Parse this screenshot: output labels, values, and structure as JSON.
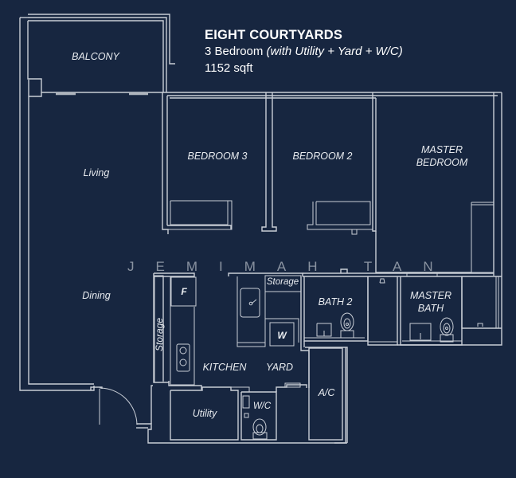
{
  "header": {
    "title": "EIGHT COURTYARDS",
    "unit_type": "3 Bedroom",
    "unit_extras": "(with Utility + Yard + W/C)",
    "area": "1152 sqft"
  },
  "watermark": "JEMIMAH TAN",
  "rooms": {
    "balcony": "BALCONY",
    "living": "Living",
    "dining": "Dining",
    "bedroom3": "BEDROOM 3",
    "bedroom2": "BEDROOM 2",
    "master_bedroom_line1": "MASTER",
    "master_bedroom_line2": "BEDROOM",
    "storage_top": "Storage",
    "storage_side": "Storage",
    "fridge": "F",
    "washer": "W",
    "kitchen": "KITCHEN",
    "yard": "YARD",
    "bath2": "BATH 2",
    "master_bath_line1": "MASTER",
    "master_bath_line2": "BATH",
    "ac": "A/C",
    "utility": "Utility",
    "wc": "W/C"
  },
  "colors": {
    "background": "#172640",
    "lines": "#c9ced6",
    "text": "#ffffff",
    "watermark": "#8a93a1"
  }
}
